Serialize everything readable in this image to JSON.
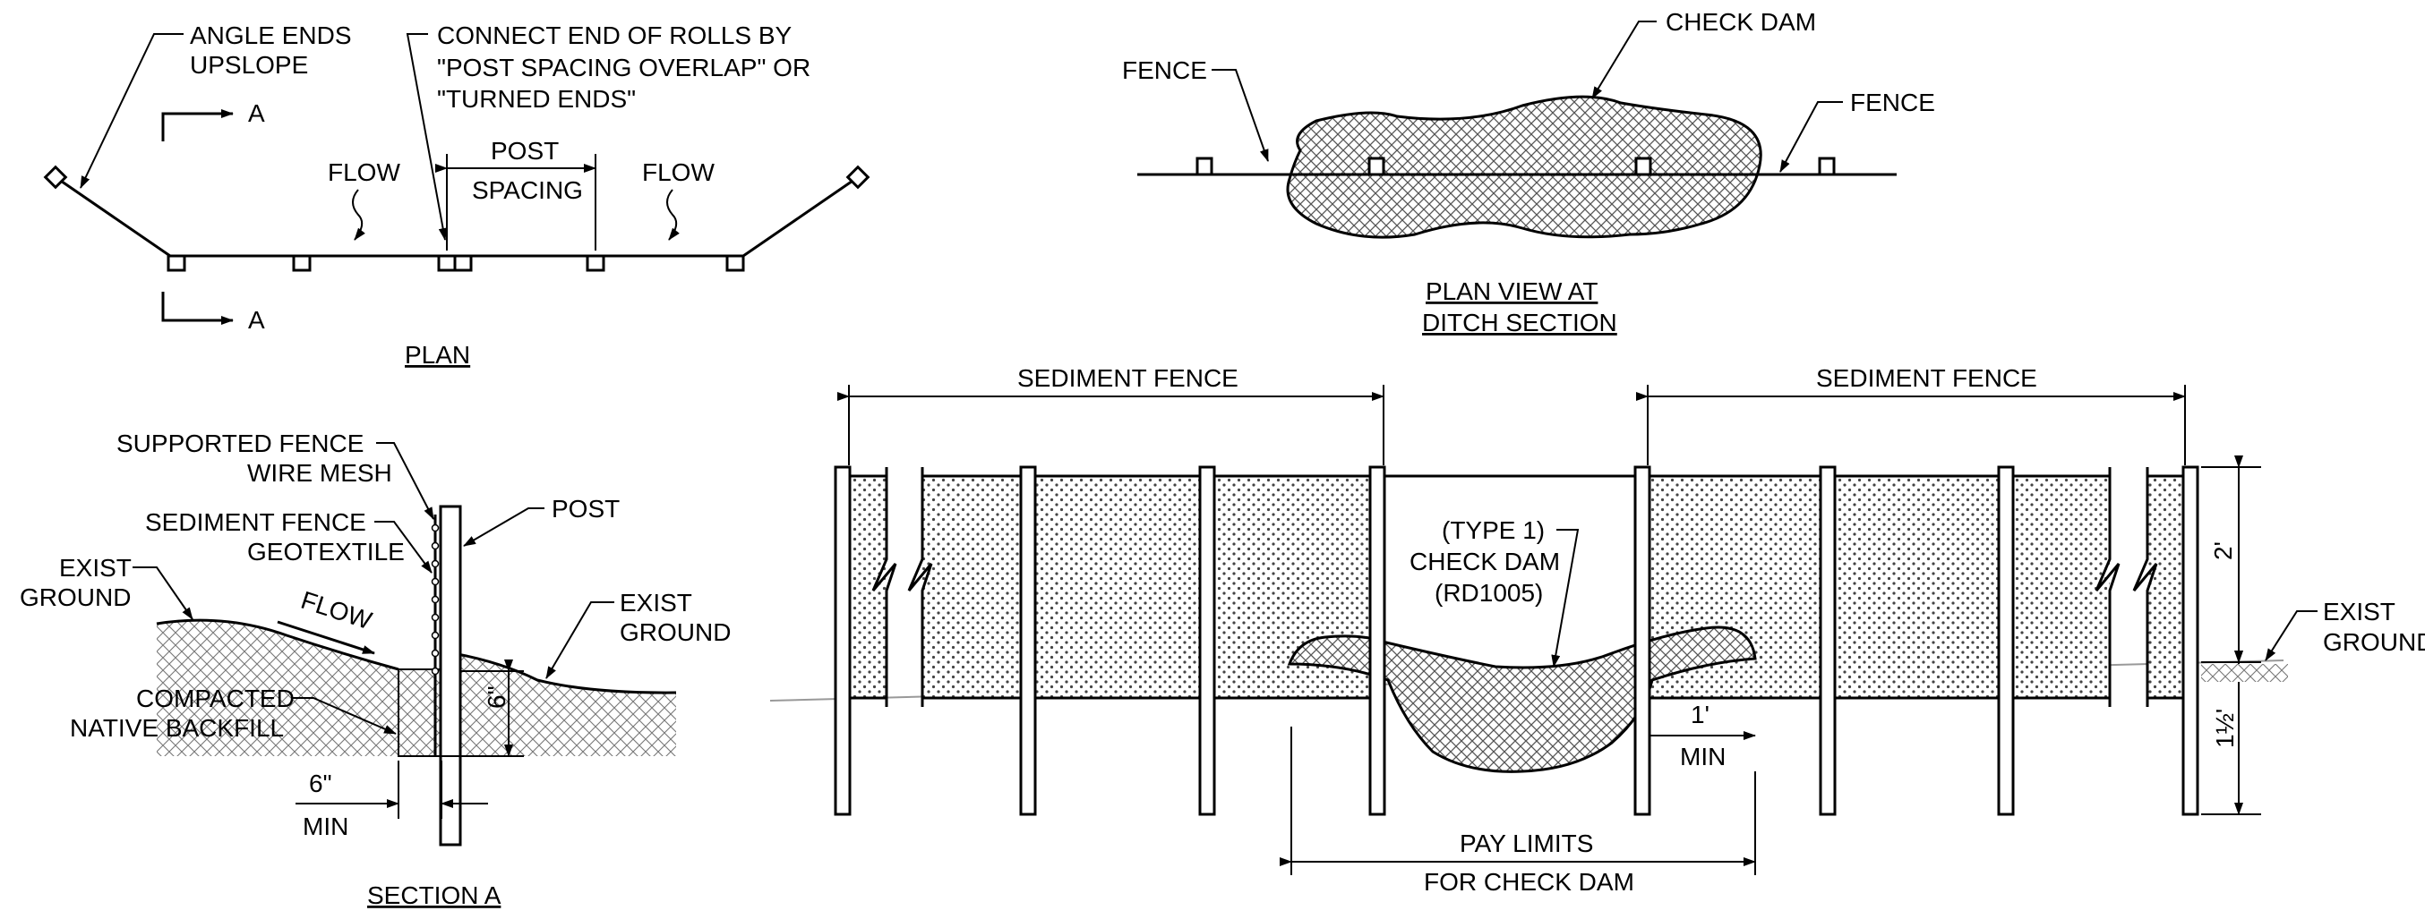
{
  "colors": {
    "line": "#000000",
    "background": "#ffffff",
    "hatch": "#555555",
    "dots": "#444444"
  },
  "plan": {
    "title": "PLAN",
    "note_angle_1": "ANGLE ENDS",
    "note_angle_2": "UPSLOPE",
    "note_connect_1": "CONNECT END OF ROLLS BY",
    "note_connect_2": "\"POST SPACING OVERLAP\" OR",
    "note_connect_3": "\"TURNED ENDS\"",
    "section_mark_top": "A",
    "section_mark_bottom": "A",
    "post_label": "POST",
    "spacing_label": "SPACING",
    "flow_left": "FLOW",
    "flow_right": "FLOW"
  },
  "plan_ditch": {
    "title_1": "PLAN VIEW AT",
    "title_2": "DITCH SECTION",
    "check_dam": "CHECK DAM",
    "fence_left": "FENCE",
    "fence_right": "FENCE"
  },
  "section_a": {
    "title": "SECTION A",
    "supported_1": "SUPPORTED FENCE",
    "supported_2": "WIRE MESH",
    "geotextile_1": "SEDIMENT FENCE",
    "geotextile_2": "GEOTEXTILE",
    "post": "POST",
    "exist_left_1": "EXIST",
    "exist_left_2": "GROUND",
    "flow": "FLOW",
    "exist_right_1": "EXIST",
    "exist_right_2": "GROUND",
    "backfill_1": "COMPACTED",
    "backfill_2": "NATIVE BACKFILL",
    "dim_depth": "6\"",
    "dim_width": "6\"",
    "dim_min": "MIN"
  },
  "elevation": {
    "sediment_fence_left": "SEDIMENT FENCE",
    "sediment_fence_right": "SEDIMENT FENCE",
    "type_1": "(TYPE 1)",
    "check_dam": "CHECK DAM",
    "rd": "(RD1005)",
    "dim_1ft": "1'",
    "dim_min": "MIN",
    "pay_limits_1": "PAY LIMITS",
    "pay_limits_2": "FOR CHECK DAM",
    "dim_2ft": "2'",
    "dim_1half": "1½'",
    "exist_1": "EXIST",
    "exist_2": "GROUND"
  }
}
